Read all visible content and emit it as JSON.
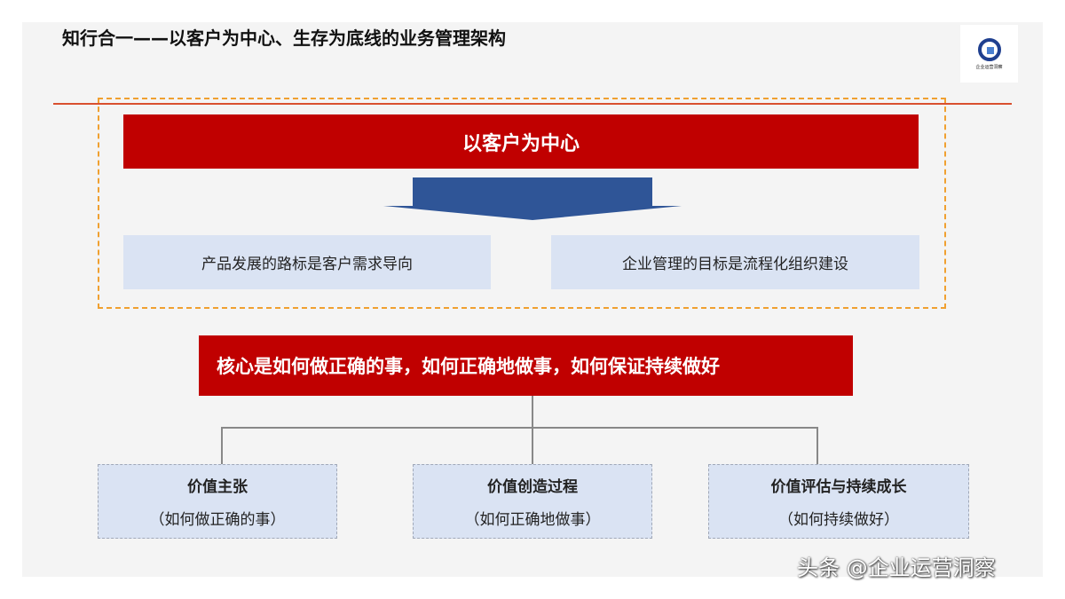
{
  "title": "知行合一——以客户为中心、生存为底线的业务管理架构",
  "logo_text": "企业运营洞察",
  "top_banner": "以客户为中心",
  "sub_items": [
    "产品发展的路标是客户需求导向",
    "企业管理的目标是流程化组织建设"
  ],
  "core_banner": "核心是如何做正确的事，如何正确地做事，如何保证持续做好",
  "pillars": [
    {
      "title": "价值主张",
      "subtitle": "（如何做正确的事）"
    },
    {
      "title": "价值创造过程",
      "subtitle": "（如何正确地做事）"
    },
    {
      "title": "价值评估与持续成长",
      "subtitle": "（如何持续做好）"
    }
  ],
  "watermark": "头条 @企业运营洞察",
  "colors": {
    "red": "#c00000",
    "blue_arrow": "#2f5597",
    "light_blue": "#dae3f3",
    "dash_orange": "#f0a030"
  }
}
